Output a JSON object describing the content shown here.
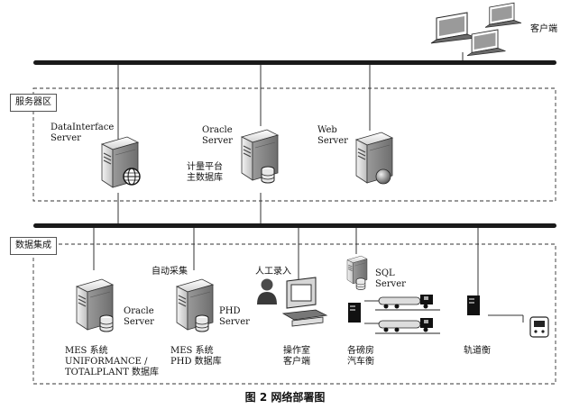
{
  "zones": {
    "service": "服务器区",
    "integration": "数据集成"
  },
  "labels": {
    "client_top": "客户端",
    "datainterface_server": "DataInterface\nServer",
    "oracle_server_top": "Oracle\nServer",
    "web_server": "Web\nServer",
    "metering_db": "计量平台\n主数据库",
    "auto_collect": "自动采集",
    "manual_entry": "人工录入",
    "sql_server": "SQL\nServer",
    "oracle_server_bottom": "Oracle\nServer",
    "phd_server": "PHD\nServer",
    "mes_db": "MES 系统\nUNIFORMANCE /\nTOTALPLANT 数据库",
    "mes_phd_db": "MES 系统\nPHD 数据库",
    "operator_client": "操作室\n客户端",
    "truck_scale": "各磅房\n汽车衡",
    "rail_scale": "轨道衡"
  },
  "caption": "图 2   网络部署图",
  "icons": [
    "laptop-icon",
    "server-icon",
    "globe-icon",
    "database-icon",
    "disk-icon",
    "person-icon",
    "workstation-icon",
    "pc-tower-icon",
    "tanker-truck-icon",
    "train-icon"
  ]
}
